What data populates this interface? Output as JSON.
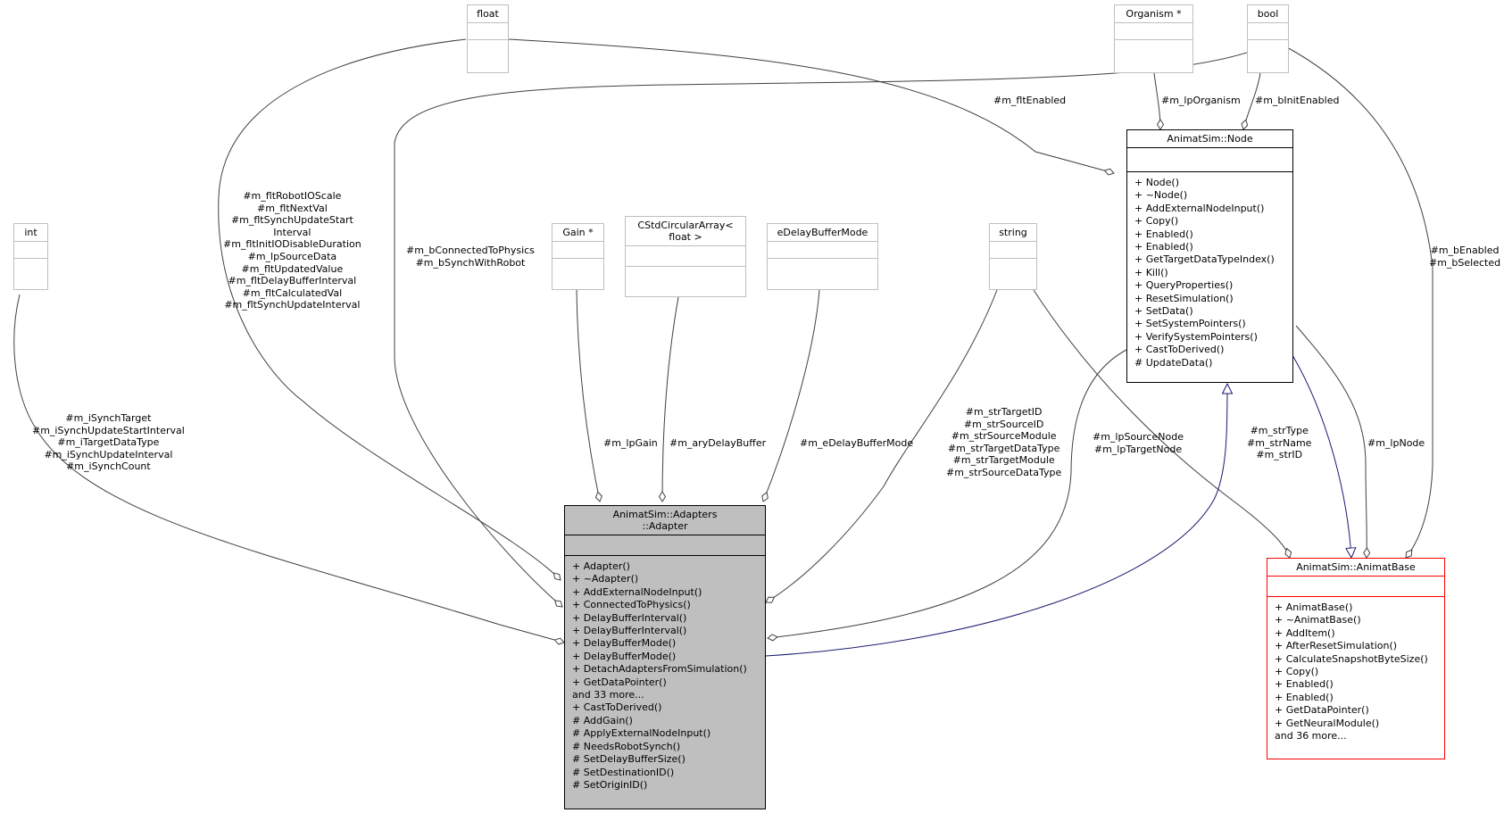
{
  "boxes": {
    "float": {
      "title": "float"
    },
    "organism": {
      "title": "Organism *"
    },
    "bool": {
      "title": "bool"
    },
    "int": {
      "title": "int"
    },
    "gain": {
      "title": "Gain *"
    },
    "circular": {
      "title": "CStdCircularArray<\nfloat >"
    },
    "edelay": {
      "title": "eDelayBufferMode"
    },
    "string": {
      "title": "string"
    },
    "node": {
      "title": "AnimatSim::Node",
      "members": [
        "+ Node()",
        "+ ~Node()",
        "+ AddExternalNodeInput()",
        "+ Copy()",
        "+ Enabled()",
        "+ Enabled()",
        "+ GetTargetDataTypeIndex()",
        "+ Kill()",
        "+ QueryProperties()",
        "+ ResetSimulation()",
        "+ SetData()",
        "+ SetSystemPointers()",
        "+ VerifySystemPointers()",
        "+ CastToDerived()",
        "# UpdateData()"
      ]
    },
    "adapter": {
      "title": "AnimatSim::Adapters\n::Adapter",
      "members": [
        "+ Adapter()",
        "+ ~Adapter()",
        "+ AddExternalNodeInput()",
        "+ ConnectedToPhysics()",
        "+ DelayBufferInterval()",
        "+ DelayBufferInterval()",
        "+ DelayBufferMode()",
        "+ DelayBufferMode()",
        "+ DetachAdaptersFromSimulation()",
        "+ GetDataPointer()",
        "and 33 more...",
        "+ CastToDerived()",
        "# AddGain()",
        "# ApplyExternalNodeInput()",
        "# NeedsRobotSynch()",
        "# SetDelayBufferSize()",
        "# SetDestinationID()",
        "# SetOriginID()"
      ]
    },
    "animatbase": {
      "title": "AnimatSim::AnimatBase",
      "members": [
        "+ AnimatBase()",
        "+ ~AnimatBase()",
        "+ AddItem()",
        "+ AfterResetSimulation()",
        "+ CalculateSnapshotByteSize()",
        "+ Copy()",
        "+ Enabled()",
        "+ Enabled()",
        "+ GetDataPointer()",
        "+ GetNeuralModule()",
        "and 36 more..."
      ]
    }
  },
  "labels": {
    "flt_enabled": [
      "#m_fltEnabled"
    ],
    "lp_organism": [
      "#m_lpOrganism"
    ],
    "b_init_enabled": [
      "#m_bInitEnabled"
    ],
    "float_members": [
      "#m_fltRobotIOScale",
      "#m_fltNextVal",
      "#m_fltSynchUpdateStart",
      "Interval",
      "#m_fltInitIODisableDuration",
      "#m_lpSourceData",
      "#m_fltUpdatedValue",
      "#m_fltDelayBufferInterval",
      "#m_fltCalculatedVal",
      "#m_fltSynchUpdateInterval"
    ],
    "bool_adapter": [
      "#m_bConnectedToPhysics",
      "#m_bSynchWithRobot"
    ],
    "bool_base": [
      "#m_bEnabled",
      "#m_bSelected"
    ],
    "int_members": [
      "#m_iSynchTarget",
      "#m_iSynchUpdateStartInterval",
      "#m_iTargetDataType",
      "#m_iSynchUpdateInterval",
      "#m_iSynchCount"
    ],
    "lp_gain": [
      "#m_lpGain"
    ],
    "ary_delay": [
      "#m_aryDelayBuffer"
    ],
    "e_delay": [
      "#m_eDelayBufferMode"
    ],
    "str_adapter": [
      "#m_strTargetID",
      "#m_strSourceID",
      "#m_strSourceModule",
      "#m_strTargetDataType",
      "#m_strTargetModule",
      "#m_strSourceDataType"
    ],
    "lp_nodes": [
      "#m_lpSourceNode",
      "#m_lpTargetNode"
    ],
    "str_base": [
      "#m_strType",
      "#m_strName",
      "#m_strID"
    ],
    "lp_node": [
      "#m_lpNode"
    ]
  },
  "colors": {
    "inheritance": "#191970",
    "association": "#404040",
    "main_fill": "#bfbfbf",
    "highlight_border": "#ff0000"
  }
}
